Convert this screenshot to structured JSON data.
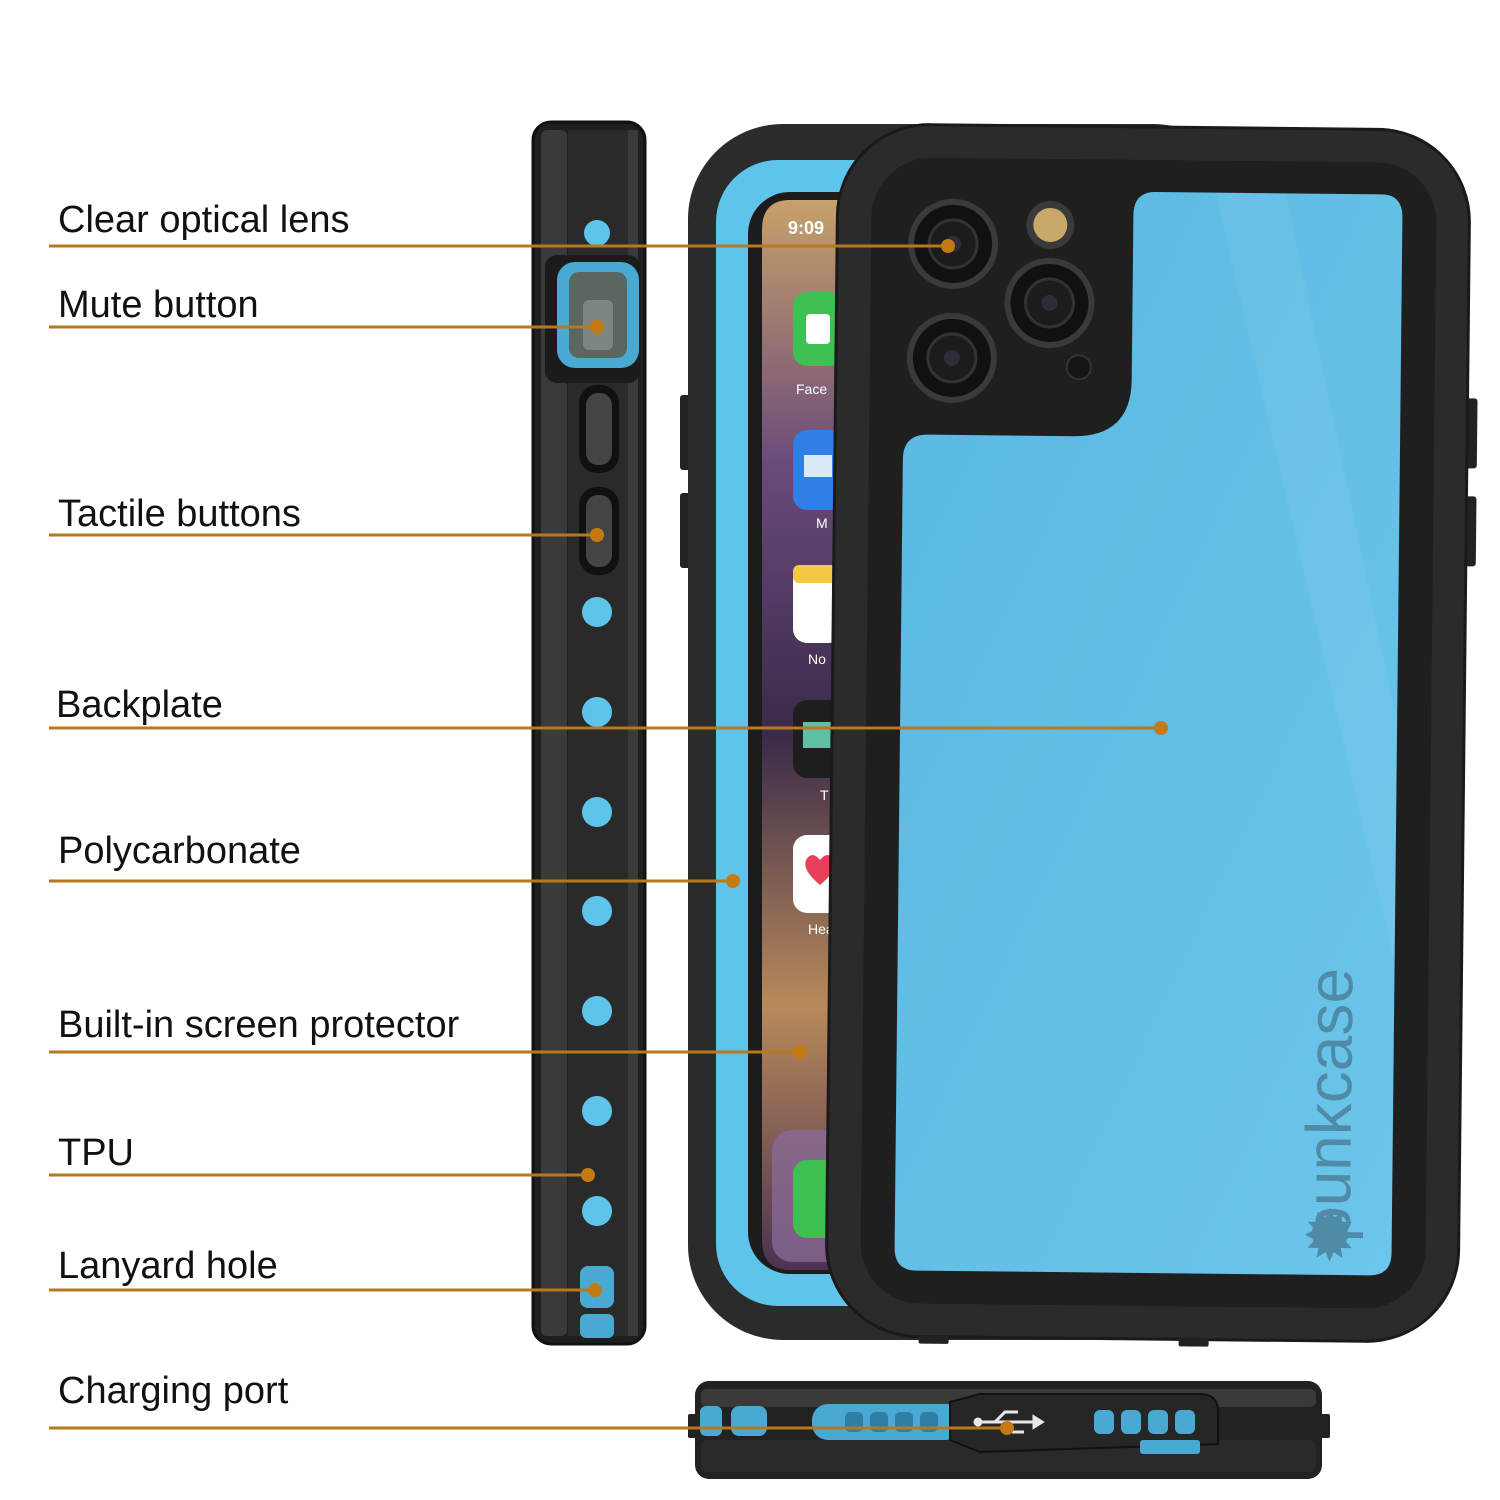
{
  "colors": {
    "leader_line": "#b8781e",
    "leader_dot": "#c47a13",
    "case_black": "#2d2d2d",
    "case_edge": "#1a1a1a",
    "accent_blue": "#5ec4ea",
    "backplate_blue": "#62bde4",
    "brand_text": "#4f8aa6"
  },
  "callouts": [
    {
      "id": "clear-optical-lens",
      "label": "Clear optical lens"
    },
    {
      "id": "mute-button",
      "label": "Mute button"
    },
    {
      "id": "tactile-buttons",
      "label": "Tactile buttons"
    },
    {
      "id": "backplate",
      "label": "Backplate"
    },
    {
      "id": "polycarbonate",
      "label": "Polycarbonate"
    },
    {
      "id": "built-in-screen-protector",
      "label": "Built-in screen protector"
    },
    {
      "id": "tpu",
      "label": "TPU"
    },
    {
      "id": "lanyard-hole",
      "label": "Lanyard hole"
    },
    {
      "id": "charging-port",
      "label": "Charging port"
    }
  ],
  "phone_screen": {
    "time": "9:09",
    "app_labels": [
      "Face",
      "M",
      "No",
      "T",
      "Hea"
    ]
  },
  "brand": {
    "wordmark": "punkcase",
    "logo_icon": "sun-burst-icon"
  },
  "icons": {
    "usb": "usb-icon",
    "camera_lens": "camera-lens-icon",
    "flash": "flash-icon"
  }
}
